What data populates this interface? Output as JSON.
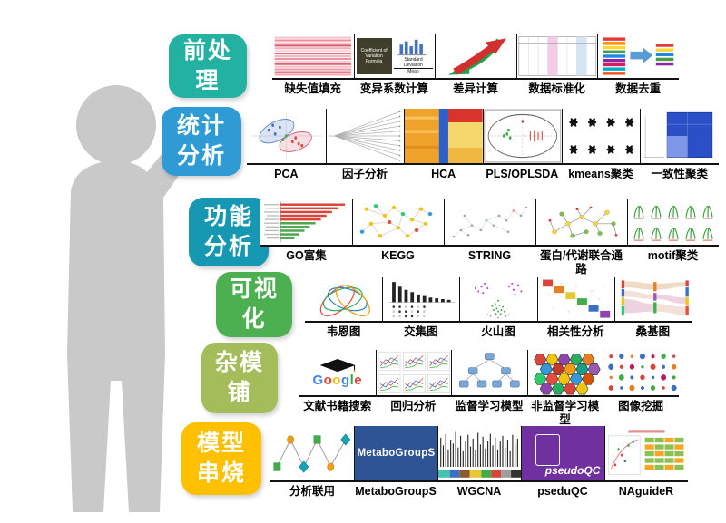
{
  "page": {
    "background": "#ffffff"
  },
  "person": {
    "name": "presenter-silhouette",
    "color": "#c9c9c9"
  },
  "categories": [
    {
      "label": "前处理",
      "color": "#23b1a2",
      "items": [
        {
          "caption": "缺失值填充",
          "icon": "heatmap-stripes-icon"
        },
        {
          "caption": "变异系数计算",
          "icon": "cov-formula-icon",
          "thumb_texts": {
            "box": "Coefficient of Variation Formula",
            "numerator": "Standard Deviation",
            "denominator": "Mean"
          }
        },
        {
          "caption": "差异计算",
          "icon": "crossed-arrows-icon"
        },
        {
          "caption": "数据标准化",
          "icon": "data-table-icon"
        },
        {
          "caption": "数据去重",
          "icon": "dedup-stacks-icon"
        }
      ]
    },
    {
      "label": "统计分析",
      "color": "#2e9bd5",
      "items": [
        {
          "caption": "PCA",
          "icon": "pca-scatter-icon"
        },
        {
          "caption": "因子分析",
          "icon": "factor-fan-icon"
        },
        {
          "caption": "HCA",
          "icon": "heatmap-mosaic-icon"
        },
        {
          "caption": "PLS/OPLSDA",
          "icon": "score-ellipse-icon"
        },
        {
          "caption": "kmeans聚类",
          "icon": "kmeans-clusters-icon"
        },
        {
          "caption": "一致性聚类",
          "icon": "consensus-matrix-icon"
        }
      ]
    },
    {
      "label": "功能分析",
      "color": "#1697b2",
      "items": [
        {
          "caption": "GO富集",
          "icon": "barplot-horizontal-icon"
        },
        {
          "caption": "KEGG",
          "icon": "pathway-network-icon"
        },
        {
          "caption": "STRING",
          "icon": "interaction-network-icon"
        },
        {
          "caption": "蛋白/代谢联合通路",
          "icon": "joint-pathway-icon"
        },
        {
          "caption": "motif聚类",
          "icon": "motif-profiles-icon"
        }
      ]
    },
    {
      "label": "可视化",
      "color": "#4cb050",
      "items": [
        {
          "caption": "韦恩图",
          "icon": "venn-icon"
        },
        {
          "caption": "交集图",
          "icon": "upset-plot-icon"
        },
        {
          "caption": "火山图",
          "icon": "volcano-plot-icon"
        },
        {
          "caption": "相关性分析",
          "icon": "correlation-matrix-icon"
        },
        {
          "caption": "桑基图",
          "icon": "sankey-icon"
        }
      ]
    },
    {
      "label": "杂模铺",
      "color": "#a4bd5a",
      "items": [
        {
          "caption": "文献书籍搜索",
          "icon": "google-scholar-icon",
          "thumb_texts": {
            "letters": [
              {
                "ch": "G",
                "color": "#4285F4"
              },
              {
                "ch": "o",
                "color": "#EA4335"
              },
              {
                "ch": "o",
                "color": "#FBBC05"
              },
              {
                "ch": "g",
                "color": "#4285F4"
              },
              {
                "ch": "l",
                "color": "#34A853"
              },
              {
                "ch": "e",
                "color": "#EA4335"
              }
            ]
          }
        },
        {
          "caption": "回归分析",
          "icon": "regression-panels-icon"
        },
        {
          "caption": "监督学习模型",
          "icon": "decision-tree-icon"
        },
        {
          "caption": "非监督学习模型",
          "icon": "som-hexagons-icon"
        },
        {
          "caption": "图像挖掘",
          "icon": "dot-matrix-icon"
        }
      ]
    },
    {
      "label": "模型串烧",
      "color": "#ffc000",
      "items": [
        {
          "caption": "分析联用",
          "icon": "pipeline-flow-icon"
        },
        {
          "caption": "MetaboGroupS",
          "icon": "metabogroups-logo",
          "thumb_texts": {
            "logo": "MetaboGroupS"
          }
        },
        {
          "caption": "WGCNA",
          "icon": "dendrogram-modules-icon"
        },
        {
          "caption": "pseduQC",
          "icon": "pseudoqc-logo",
          "thumb_texts": {
            "logo": "pseudoQC"
          }
        },
        {
          "caption": "NAguideR",
          "icon": "naguider-panel-icon"
        }
      ]
    }
  ]
}
